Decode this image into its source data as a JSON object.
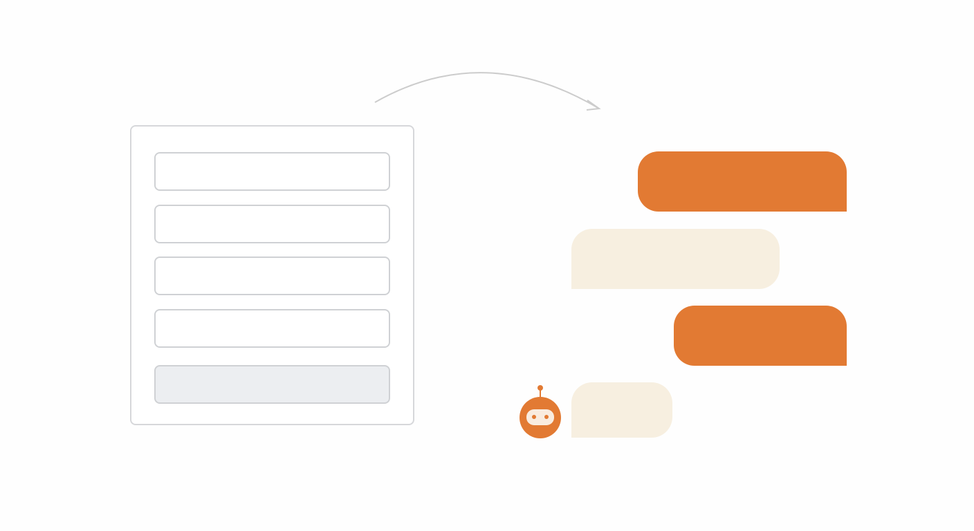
{
  "colors": {
    "accent": "#e27a33",
    "bot_bubble": "#f7efe0",
    "border": "#d3d4d7",
    "submit_fill": "#eceef1",
    "arrow": "#cccccc"
  },
  "form": {
    "field_count": 4,
    "has_submit_button": true
  },
  "chat": {
    "messages": [
      {
        "sender": "user"
      },
      {
        "sender": "bot"
      },
      {
        "sender": "user"
      },
      {
        "sender": "bot"
      }
    ]
  },
  "icons": {
    "avatar": "robot-icon",
    "connector": "curved-arrow-icon"
  }
}
